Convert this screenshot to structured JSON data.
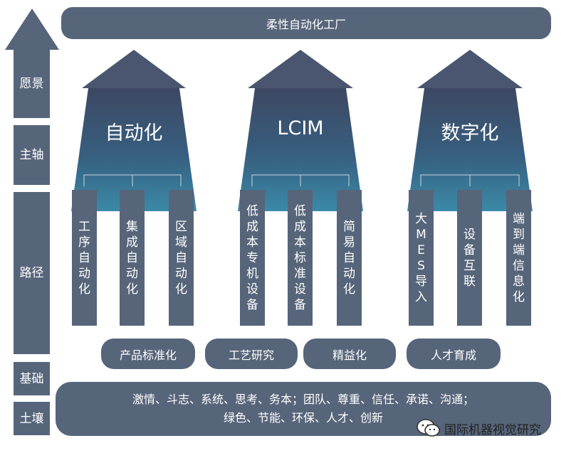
{
  "top_banner": "柔性自动化工厂",
  "side_labels": [
    "愿景",
    "主轴",
    "路径",
    "基础",
    "土壤"
  ],
  "pillars": [
    {
      "title": "自动化",
      "columns": [
        "工序自动化",
        "集成自动化",
        "区域自动化"
      ]
    },
    {
      "title": "LCIM",
      "columns": [
        "低成本专机设备",
        "低成本标准设备",
        "简易自动化"
      ]
    },
    {
      "title": "数字化",
      "columns": [
        "大MES导入",
        "设备互联",
        "端到端信息化"
      ]
    }
  ],
  "foundations": [
    "产品标准化",
    "工艺研究",
    "精益化",
    "人才育成"
  ],
  "soil_lines": [
    "激情、斗志、系统、思考、务本；团队、尊重、信任、承诺、沟通；",
    "绿色、节能、环保、人才、创新"
  ],
  "watermark": "国际机器视觉研究",
  "colors": {
    "slate": "#56657a",
    "navy": "#3e4c66",
    "teal": "#3a7d9c"
  }
}
